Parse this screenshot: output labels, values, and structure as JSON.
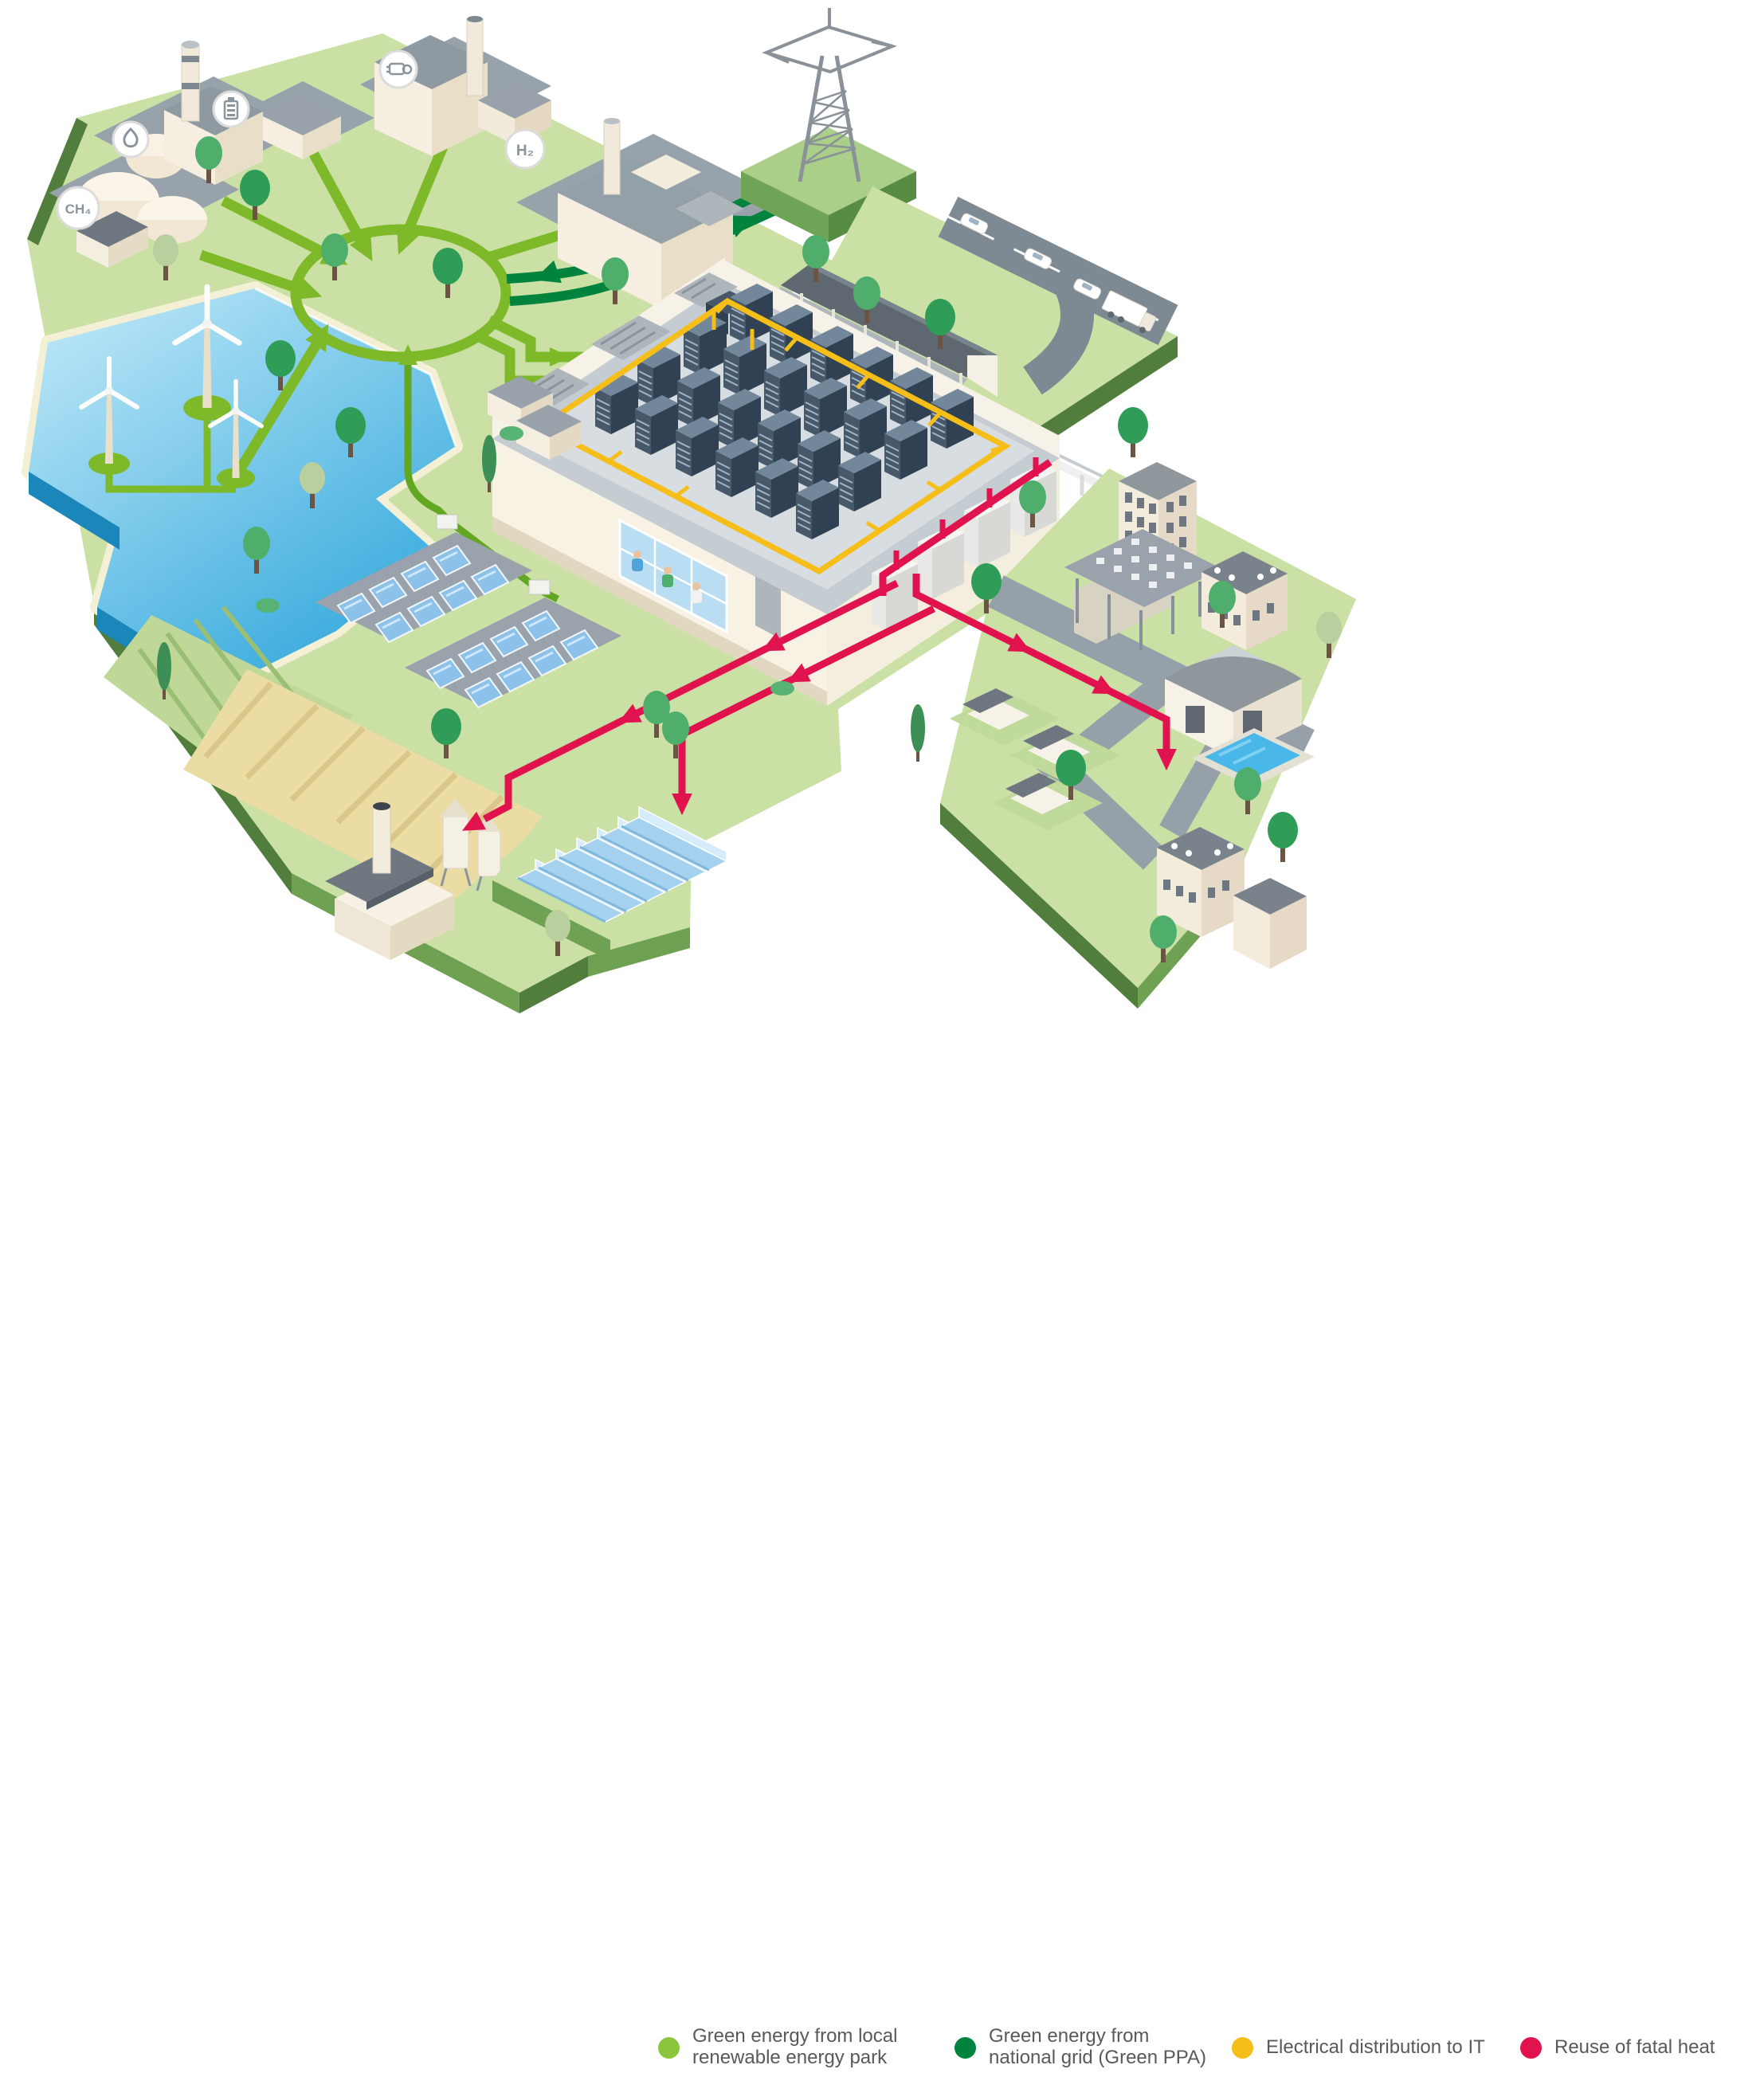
{
  "diagram": {
    "badges": {
      "ch4": "CH₄",
      "h2": "H₂"
    },
    "colors": {
      "local_green": "#7DB928",
      "national_green": "#00843D",
      "it_yellow": "#F5BE19",
      "heat_red": "#E0134E",
      "land": "#CBE0A4",
      "water": "#35A9DC"
    },
    "legend": {
      "items": [
        {
          "id": "local-renewable",
          "color": "#8CC63F",
          "label_line1": "Green energy from local",
          "label_line2": "renewable energy park"
        },
        {
          "id": "national-grid",
          "color": "#00843D",
          "label_line1": "Green energy from",
          "label_line2": "national grid (Green PPA)"
        },
        {
          "id": "it-distribution",
          "color": "#F5BE19",
          "label_line1": "Electrical distribution to IT",
          "label_line2": ""
        },
        {
          "id": "fatal-heat",
          "color": "#E0134E",
          "label_line1": "Reuse of fatal heat",
          "label_line2": ""
        }
      ]
    }
  }
}
